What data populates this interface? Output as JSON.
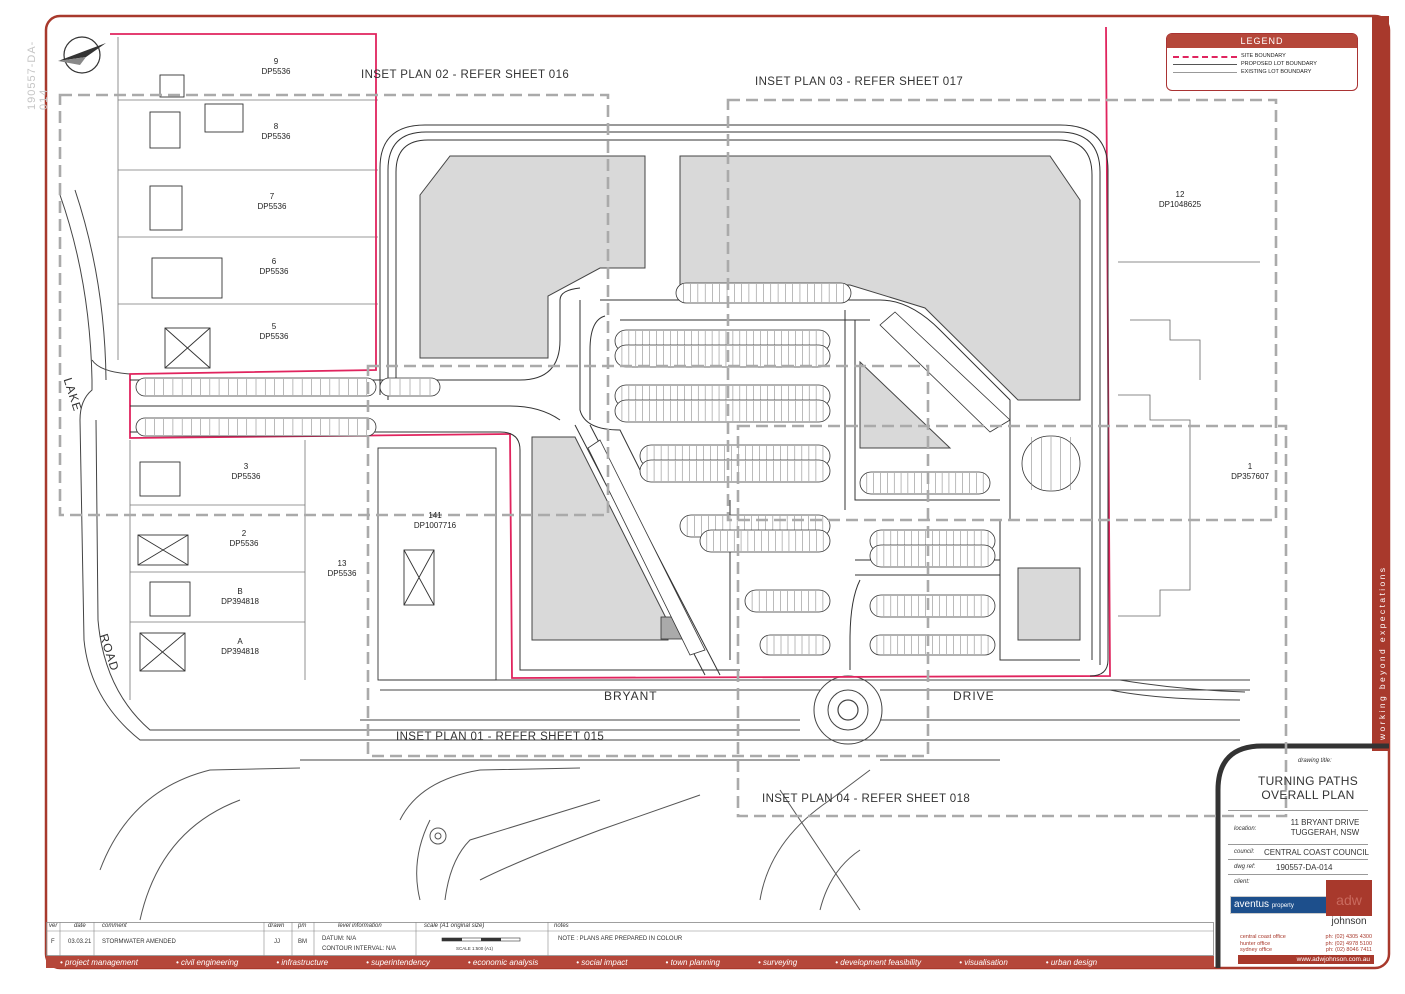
{
  "legend": {
    "title": "LEGEND",
    "items": [
      {
        "label": "SITE BOUNDARY",
        "color": "#e0245e"
      },
      {
        "label": "PROPOSED LOT BOUNDARY",
        "color": "#555555"
      },
      {
        "label": "EXISTING LOT BOUNDARY",
        "color": "#999999"
      }
    ]
  },
  "insets": {
    "p01": "INSET PLAN 01 - REFER SHEET 015",
    "p02": "INSET PLAN 02 - REFER SHEET 016",
    "p03": "INSET PLAN 03 - REFER SHEET 017",
    "p04": "INSET PLAN 04 - REFER SHEET 018"
  },
  "roads": {
    "lake": "LAKE",
    "road": "ROAD",
    "bryant": "BRYANT",
    "drive": "DRIVE"
  },
  "lots": [
    {
      "num": "9",
      "dp": "DP5536"
    },
    {
      "num": "8",
      "dp": "DP5536"
    },
    {
      "num": "7",
      "dp": "DP5536"
    },
    {
      "num": "6",
      "dp": "DP5536"
    },
    {
      "num": "5",
      "dp": "DP5536"
    },
    {
      "num": "3",
      "dp": "DP5536"
    },
    {
      "num": "2",
      "dp": "DP5536"
    },
    {
      "num": "B",
      "dp": "DP394818"
    },
    {
      "num": "A",
      "dp": "DP394818"
    },
    {
      "num": "13",
      "dp": "DP5536"
    },
    {
      "num": "141",
      "dp": "DP1007716"
    },
    {
      "num": "12",
      "dp": "DP1048625"
    },
    {
      "num": "1",
      "dp": "DP357607"
    }
  ],
  "sidebar": {
    "tagline": "working beyond expectations",
    "watermark": "190557-DA-014"
  },
  "titleblock": {
    "drawing_title_label": "drawing title:",
    "drawing_title_1": "TURNING PATHS",
    "drawing_title_2": "OVERALL PLAN",
    "location_label": "location:",
    "location_1": "11 BRYANT DRIVE",
    "location_2": "TUGGERAH, NSW",
    "council_label": "council:",
    "council": "CENTRAL COAST COUNCIL",
    "dwg_ref_label": "dwg ref:",
    "dwg_ref": "190557-DA-014",
    "client_label": "client:",
    "client_logo": "aventus",
    "client_logo_suffix": "property",
    "company_logo": "adw",
    "company_name": "johnson",
    "offices": [
      {
        "name": "central coast office",
        "phone": "ph: (02) 4305 4300"
      },
      {
        "name": "hunter office",
        "phone": "ph: (02) 4978 5100"
      },
      {
        "name": "sydney office",
        "phone": "ph: (02) 8046 7411"
      }
    ],
    "website": "www.adwjohnson.com.au"
  },
  "revisions": {
    "headers": {
      "ver": "ver",
      "date": "date",
      "comment": "comment",
      "drawn": "drawn",
      "pm": "pm",
      "level": "level information",
      "scale": "scale (A1 original size)",
      "notes": "notes"
    },
    "rows": [
      {
        "ver": "F",
        "date": "03.03.21",
        "comment": "STORMWATER AMENDED",
        "drawn": "JJ",
        "pm": "BM"
      }
    ],
    "datum": "DATUM: N/A",
    "contour": "CONTOUR INTERVAL: N/A",
    "scale_text": "SCALE 1:500 (A1)",
    "note": "NOTE : PLANS ARE PREPARED IN COLOUR"
  },
  "footer": {
    "services": [
      "project management",
      "civil engineering",
      "infrastructure",
      "superintendency",
      "economic analysis",
      "social impact",
      "town planning",
      "surveying",
      "development feasibility",
      "visualisation",
      "urban design"
    ]
  }
}
